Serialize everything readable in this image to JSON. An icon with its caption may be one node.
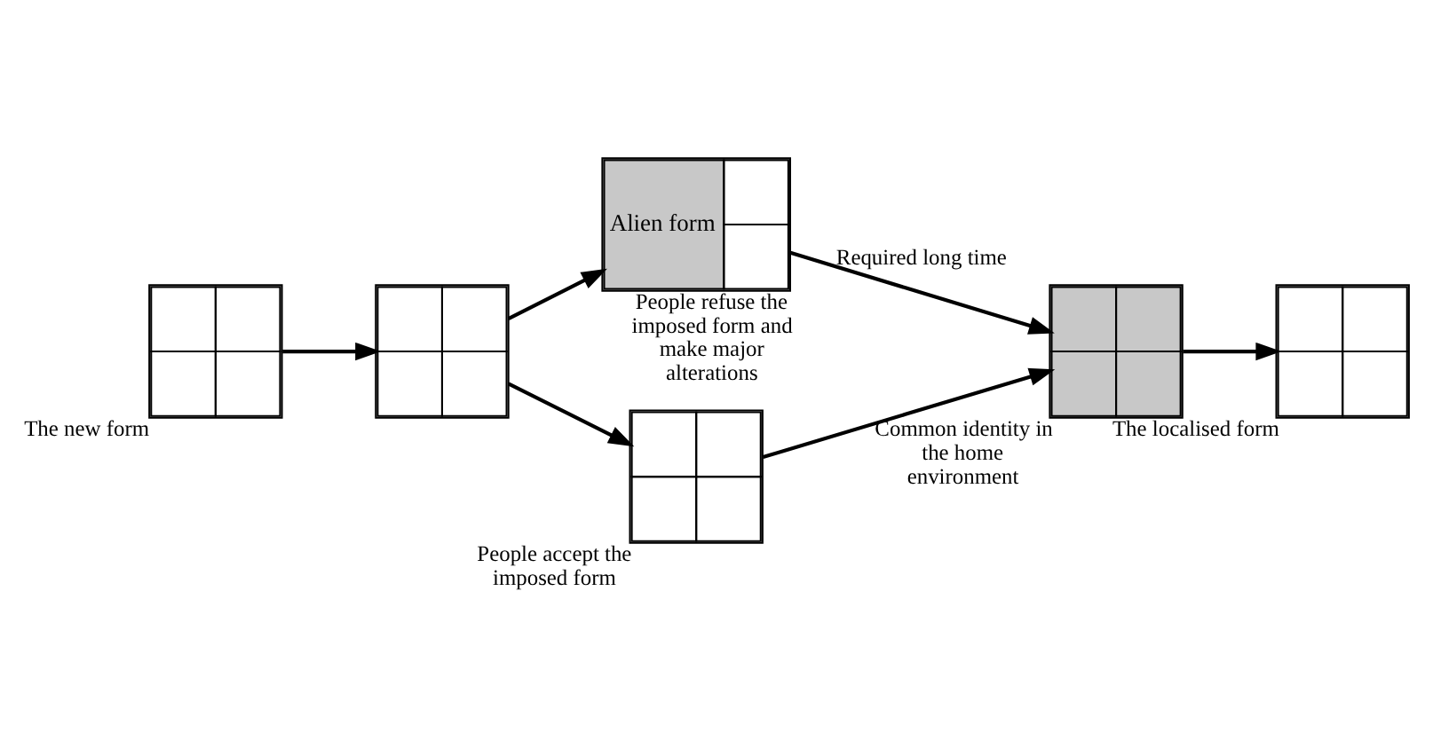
{
  "diagram": {
    "nodes": [
      {
        "text": [],
        "shape": "box",
        "beside": [
          "The new form"
        ]
      },
      {
        "text": [],
        "shape": "box"
      },
      {
        "text": [
          "Alien form"
        ],
        "beside": [
          "People refuse the imposed form and make major alterations"
        ]
      },
      {
        "text": [],
        "shape": "box",
        "beside": [
          "People accept the imposed form"
        ]
      },
      {
        "text": [],
        "shape": "box",
        "beside": [
          "Common identity in the home environment"
        ]
      },
      {
        "text": [],
        "shape": "box",
        "beside": [
          "The localised form"
        ]
      }
    ],
    "edges": [
      {
        "from": 0,
        "to": 1,
        "arrow": "to"
      },
      {
        "from": 1,
        "to": 2,
        "arrow": "to"
      },
      {
        "from": 1,
        "to": 3,
        "arrow": "to"
      },
      {
        "from": 2,
        "to": 4,
        "arrow": "to",
        "label": "Required long time"
      },
      {
        "from": 3,
        "to": 4,
        "arrow": "to"
      },
      {
        "from": 4,
        "to": 5,
        "arrow": "to"
      }
    ]
  }
}
